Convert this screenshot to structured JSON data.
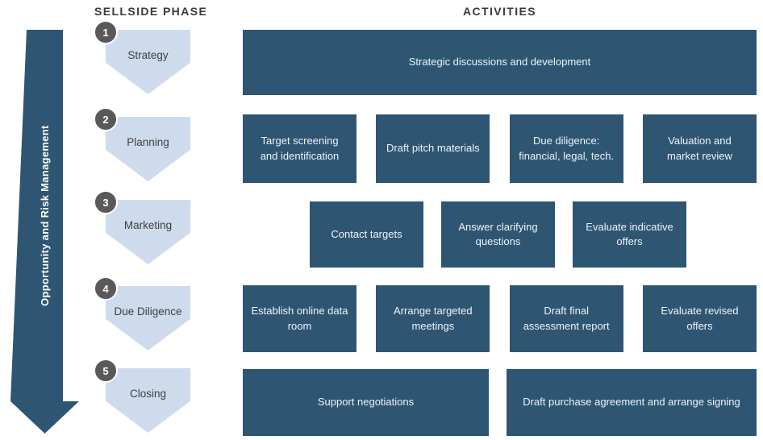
{
  "header": {
    "phase_column_title": "SELLSIDE PHASE",
    "activities_title": "ACTIVITIES"
  },
  "side_arrow": {
    "label": "Opportunity and Risk Management"
  },
  "phases": [
    {
      "number": "1",
      "label": "Strategy",
      "activities": [
        "Strategic discussions and development"
      ]
    },
    {
      "number": "2",
      "label": "Planning",
      "activities": [
        "Target screening and identification",
        "Draft pitch materials",
        "Due diligence: financial, legal, tech.",
        "Valuation and market review"
      ]
    },
    {
      "number": "3",
      "label": "Marketing",
      "activities": [
        "Contact targets",
        "Answer clarifying questions",
        "Evaluate indicative offers"
      ]
    },
    {
      "number": "4",
      "label": "Due Diligence",
      "activities": [
        "Establish online data room",
        "Arrange targeted meetings",
        "Draft final assessment report",
        "Evaluate revised offers"
      ]
    },
    {
      "number": "5",
      "label": "Closing",
      "activities": [
        "Support negotiations",
        "Draft purchase agreement and arrange signing"
      ]
    }
  ],
  "colors": {
    "activity_box": "#2E5673",
    "phase_chevron": "#CDDBED",
    "phase_badge": "#595959",
    "arrow": "#2E5673"
  }
}
